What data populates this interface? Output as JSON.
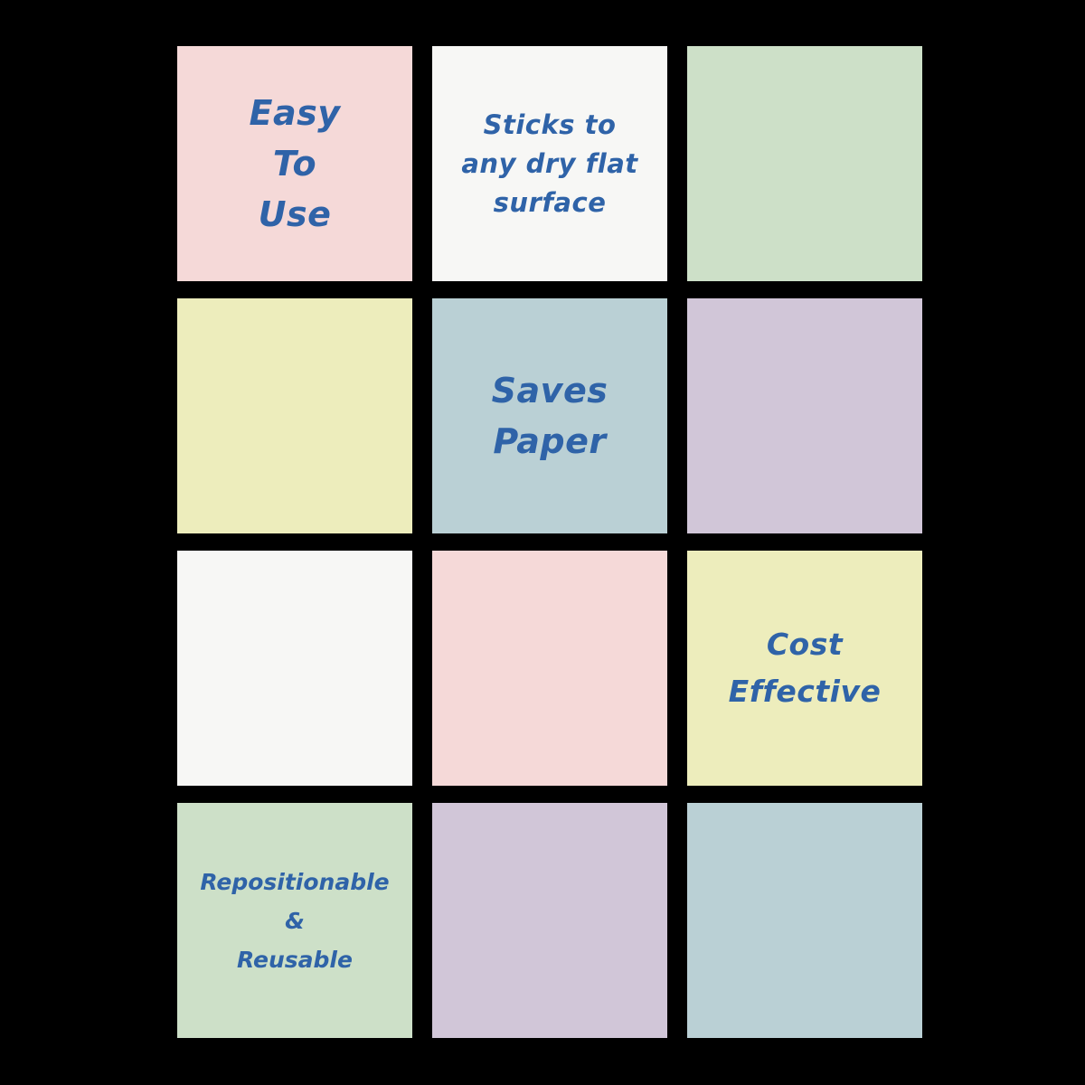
{
  "colors": {
    "background": "#000000",
    "text": "#2f63a8",
    "pink": "#f5d9d8",
    "white": "#f7f7f5",
    "green": "#cde0c8",
    "yellow": "#ededbc",
    "blue": "#bad0d5",
    "purple": "#d1c6d8"
  },
  "notes": [
    {
      "text": "Easy\nTo\nUse",
      "color": "#f5d9d8"
    },
    {
      "text": "Sticks to\nany dry flat\nsurface",
      "color": "#f7f7f5"
    },
    {
      "text": "",
      "color": "#cde0c8"
    },
    {
      "text": "",
      "color": "#ededbc"
    },
    {
      "text": "Saves\nPaper",
      "color": "#bad0d5"
    },
    {
      "text": "",
      "color": "#d1c6d8"
    },
    {
      "text": "",
      "color": "#f7f7f5"
    },
    {
      "text": "",
      "color": "#f5d9d8"
    },
    {
      "text": "Cost\nEffective",
      "color": "#ededbc"
    },
    {
      "text": "Repositionable\n&\nReusable",
      "color": "#cde0c8"
    },
    {
      "text": "",
      "color": "#d1c6d8"
    },
    {
      "text": "",
      "color": "#bad0d5"
    }
  ]
}
